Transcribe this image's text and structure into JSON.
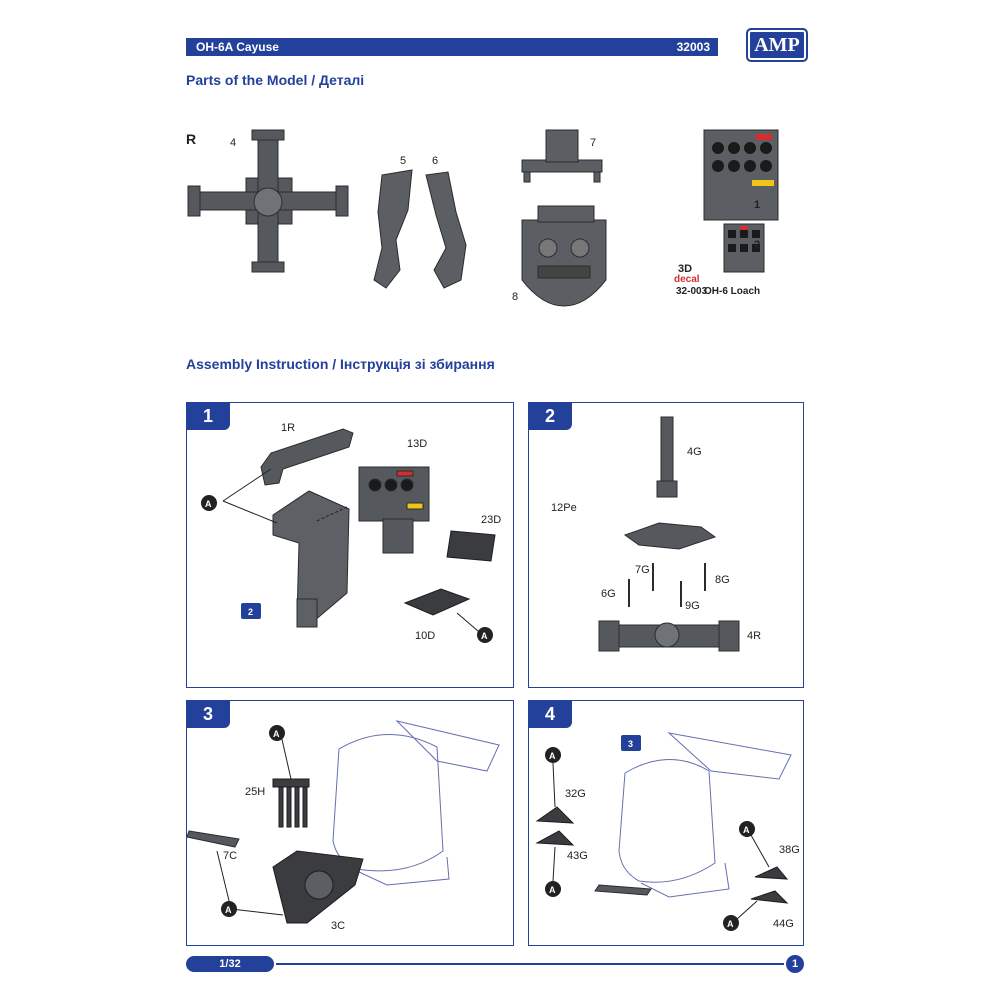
{
  "header": {
    "model": "OH-6A Cayuse",
    "code": "32003",
    "logo": "AMP"
  },
  "parts_title": "Parts of the Model  / Деталі",
  "assembly_title": "Assembly Instruction / Інструкція зі збирання",
  "parts": {
    "sprue": "R",
    "labels": [
      "4",
      "5",
      "6",
      "7",
      "8"
    ],
    "decal": {
      "items": [
        "1",
        "2"
      ],
      "brand_top": "3D",
      "brand_bottom": "decal",
      "code": "32-003",
      "name": "OH-6 Loach"
    }
  },
  "steps": [
    {
      "number": "1",
      "labels": [
        "1R",
        "13D",
        "23D",
        "10D",
        "2"
      ],
      "ref": "A"
    },
    {
      "number": "2",
      "labels": [
        "4G",
        "12Pe",
        "7G",
        "8G",
        "6G",
        "9G",
        "4R"
      ]
    },
    {
      "number": "3",
      "labels": [
        "25H",
        "7C",
        "3C"
      ],
      "ref": "A"
    },
    {
      "number": "4",
      "labels": [
        "3",
        "32G",
        "43G",
        "38G",
        "44G"
      ],
      "ref": "A"
    }
  ],
  "footer": {
    "scale": "1/32",
    "page": "1"
  }
}
